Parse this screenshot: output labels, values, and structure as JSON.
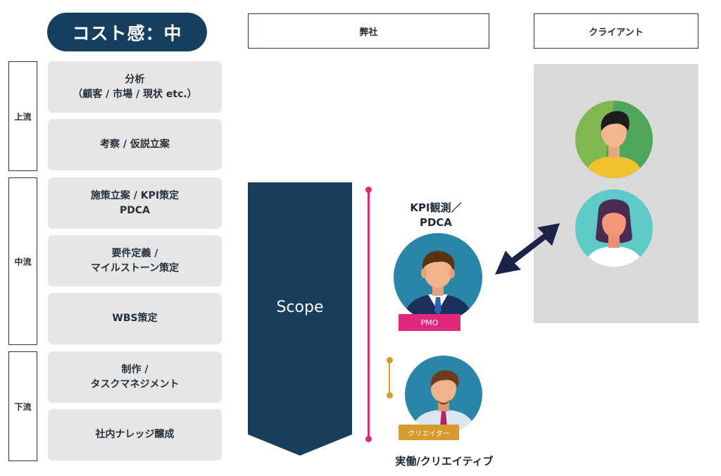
{
  "cost": {
    "label": "コスト感：中"
  },
  "headers": {
    "company": "弊社",
    "client": "クライアント"
  },
  "phases": [
    {
      "label": "上流"
    },
    {
      "label": "中流"
    },
    {
      "label": "下流"
    }
  ],
  "tasks": [
    {
      "label": "分析\n（顧客 / 市場 / 現状 etc.）"
    },
    {
      "label": "考察 / 仮説立案"
    },
    {
      "label": "施策立案 / KPI策定\nPDCA"
    },
    {
      "label": "要件定義 /\nマイルストーン策定"
    },
    {
      "label": "WBS策定"
    },
    {
      "label": "制作 /\nタスクマネジメント"
    },
    {
      "label": "社内ナレッジ醸成"
    }
  ],
  "scope": {
    "label": "Scope"
  },
  "roles": {
    "pmo": {
      "title": "KPI観測／\nPDCA",
      "badge": "PMO"
    },
    "creator": {
      "badge": "クリエイター",
      "title": "実働/クリエイティブ"
    }
  },
  "colors": {
    "navy": "#163e5e",
    "scope": "#173e5c",
    "magenta": "#e0277a",
    "gold": "#d69a2d",
    "client_bg": "#d9d9d9",
    "task_bg": "#e6e6e6"
  }
}
